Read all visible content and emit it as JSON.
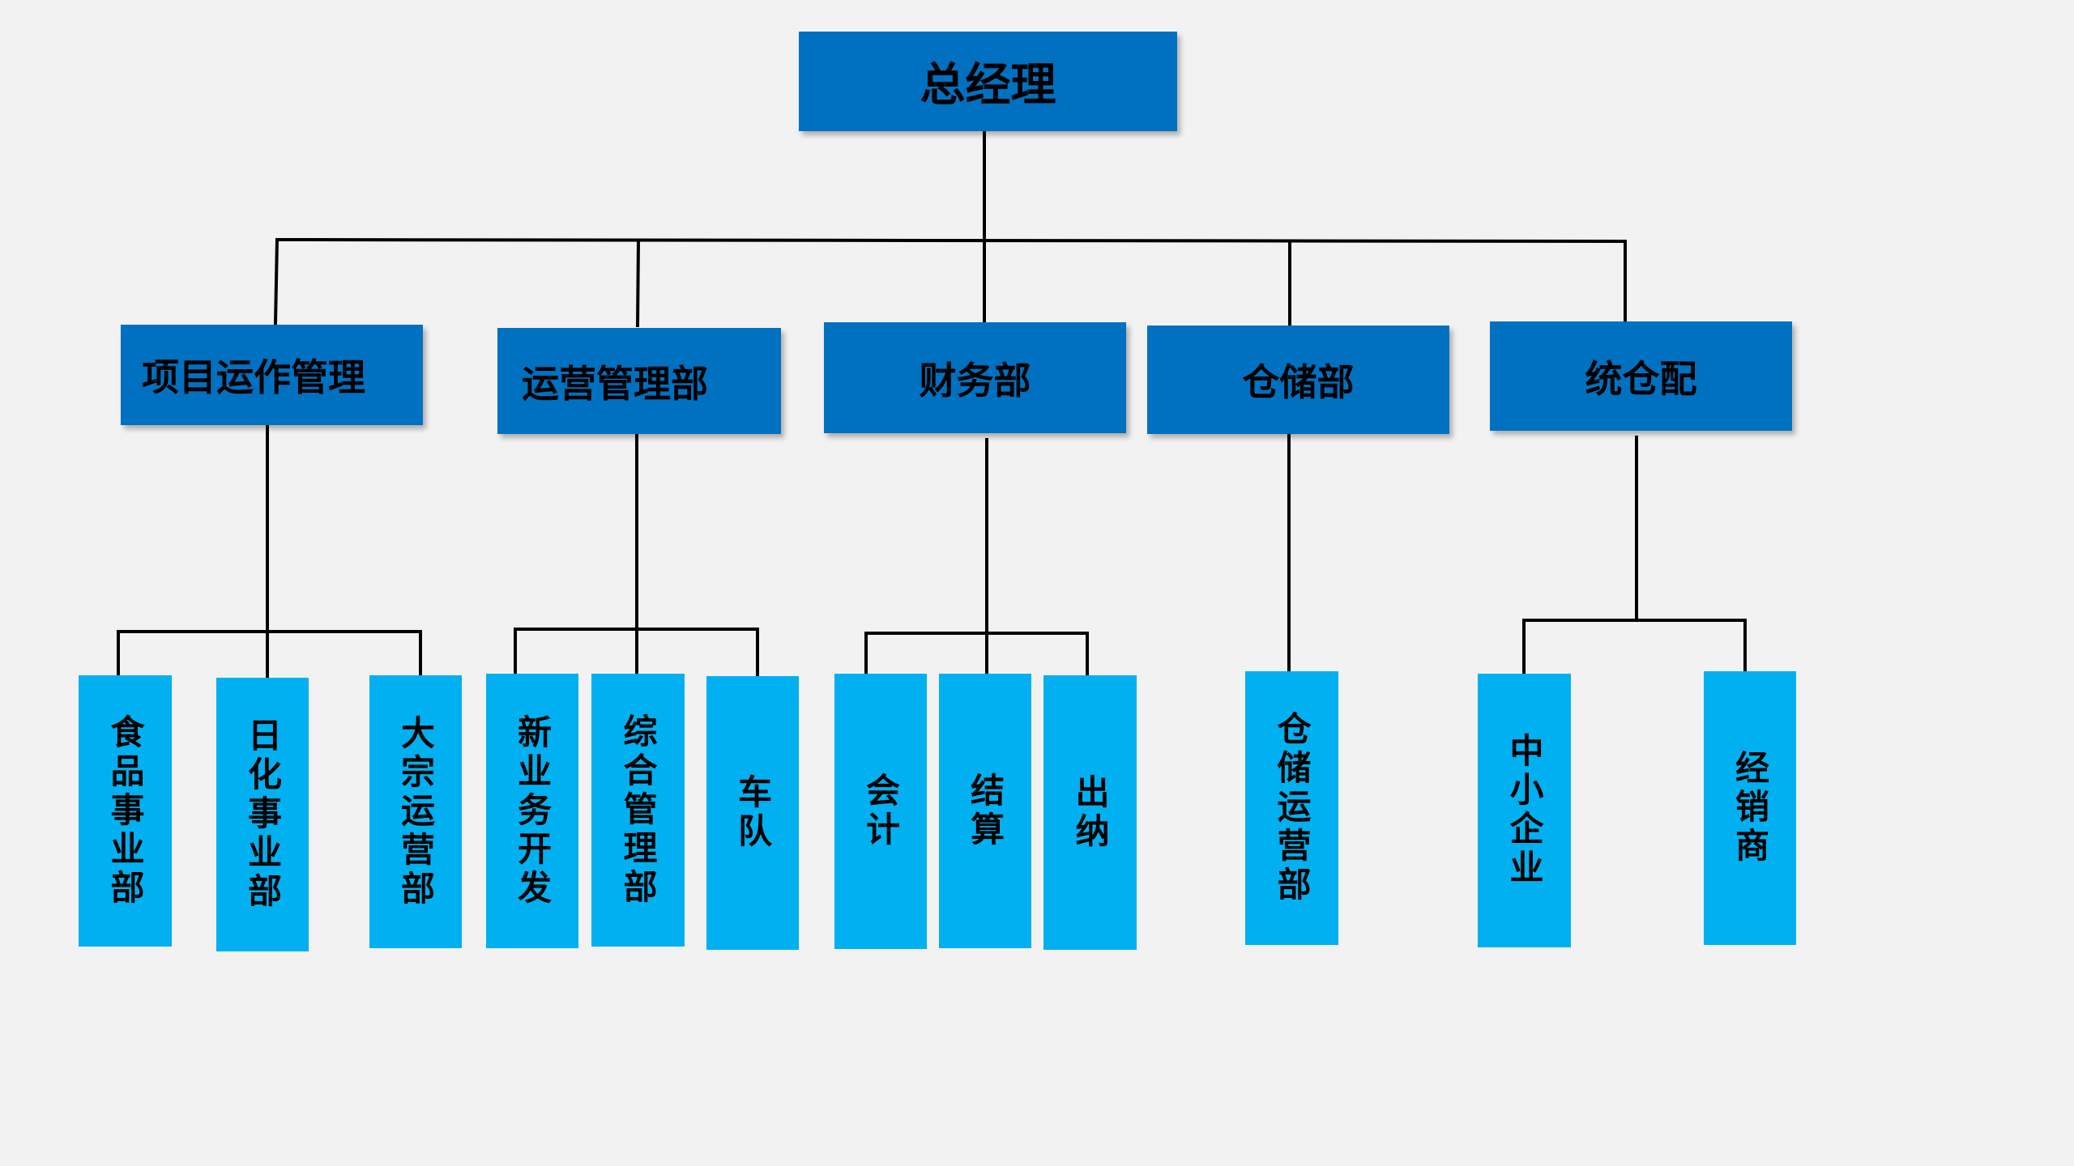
{
  "root": {
    "label": "总经理"
  },
  "departments": [
    {
      "label": "项目运作管理",
      "units": [
        "食品事业部",
        "日化事业部",
        "大宗运营部"
      ]
    },
    {
      "label": "运营管理部",
      "units": [
        "新业务开发",
        "综合管理部",
        "车队"
      ]
    },
    {
      "label": "财务部",
      "units": [
        "会计",
        "结算",
        "出纳"
      ]
    },
    {
      "label": "仓储部",
      "units": [
        "仓储运营部"
      ]
    },
    {
      "label": "统仓配",
      "units": [
        "中小企业",
        "经销商"
      ]
    }
  ],
  "colors": {
    "root_fill": "#0070c0",
    "department_fill": "#0070c0",
    "unit_fill": "#00b0f0",
    "connector": "#000000",
    "background": "#f2f2f2"
  }
}
